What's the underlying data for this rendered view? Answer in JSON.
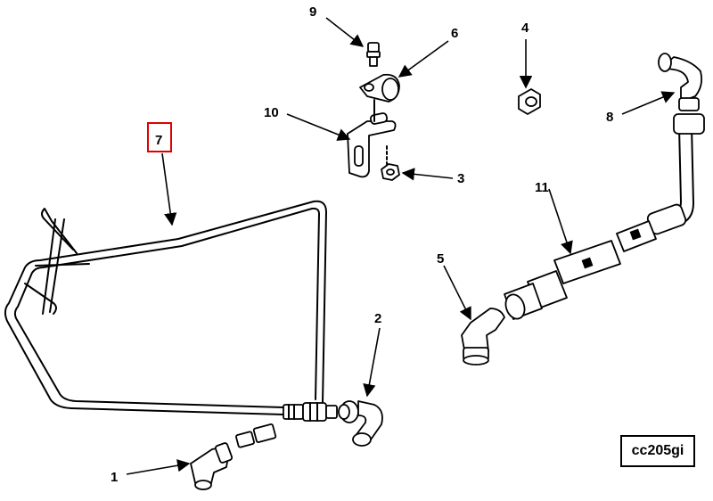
{
  "callouts": {
    "c1": "1",
    "c2": "2",
    "c3": "3",
    "c4": "4",
    "c5": "5",
    "c6": "6",
    "c7": "7",
    "c8": "8",
    "c9": "9",
    "c10": "10",
    "c11": "11"
  },
  "figure_reference": "cc205gi",
  "colors": {
    "line": "#000000",
    "highlight_box": "#e00000",
    "background": "#ffffff"
  }
}
